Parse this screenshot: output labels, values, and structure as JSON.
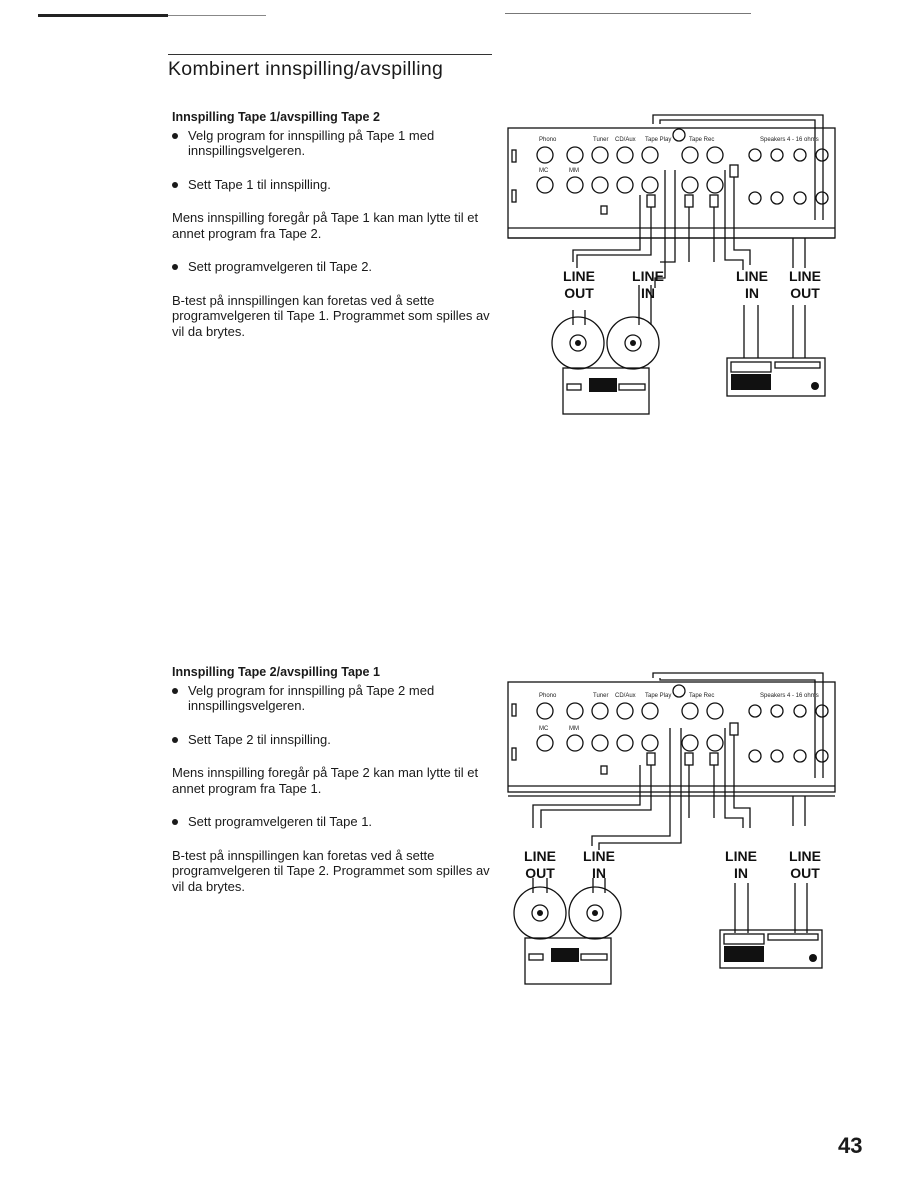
{
  "page": {
    "title": "Kombinert innspilling/avspilling",
    "page_number": "43"
  },
  "section1": {
    "heading": "Innspilling Tape 1/avspilling Tape 2",
    "bullet1": "Velg program for innspilling på Tape 1 med innspillingsvelgeren.",
    "bullet2": "Sett Tape 1 til innspilling.",
    "para1": "Mens innspilling foregår på Tape 1 kan man lytte til et annet program fra Tape 2.",
    "bullet3": "Sett programvelgeren til Tape 2.",
    "para2": "B-test på innspillingen kan foretas ved å sette programvelgeren til Tape 1. Programmet som spilles av vil da brytes."
  },
  "section2": {
    "heading": "Innspilling Tape 2/avspilling Tape 1",
    "bullet1": "Velg program for innspilling på Tape 2 med innspillingsvelgeren.",
    "bullet2": "Sett Tape 2 til innspilling.",
    "para1": "Mens innspilling foregår på Tape 2 kan man lytte til et annet program fra Tape 1.",
    "bullet3": "Sett programvelgeren til Tape 1.",
    "para2": "B-test på innspillingen kan foretas ved å sette programvelgeren til Tape 2. Programmet som spilles av vil da brytes."
  },
  "panel_labels": {
    "phono": "Phono",
    "tuner": "Tuner",
    "cd_aux": "CD/Aux",
    "tape_play": "Tape Play",
    "tape_rec": "Tape Rec",
    "speakers1": "Speakers 4 - 16 ohms",
    "speakers2": "Speakers 4 - 16 ohms",
    "mc": "MC",
    "mm": "MM"
  },
  "diagram1": {
    "left_top": "LINE",
    "left_bottom": "OUT",
    "mid_top": "LINE",
    "mid_bottom": "IN",
    "right1_top": "LINE",
    "right1_bottom": "IN",
    "right2_top": "LINE",
    "right2_bottom": "OUT"
  },
  "diagram2": {
    "left_top": "LINE",
    "left_bottom": "OUT",
    "mid_top": "LINE",
    "mid_bottom": "IN",
    "right1_top": "LINE",
    "right1_bottom": "IN",
    "right2_top": "LINE",
    "right2_bottom": "OUT"
  }
}
